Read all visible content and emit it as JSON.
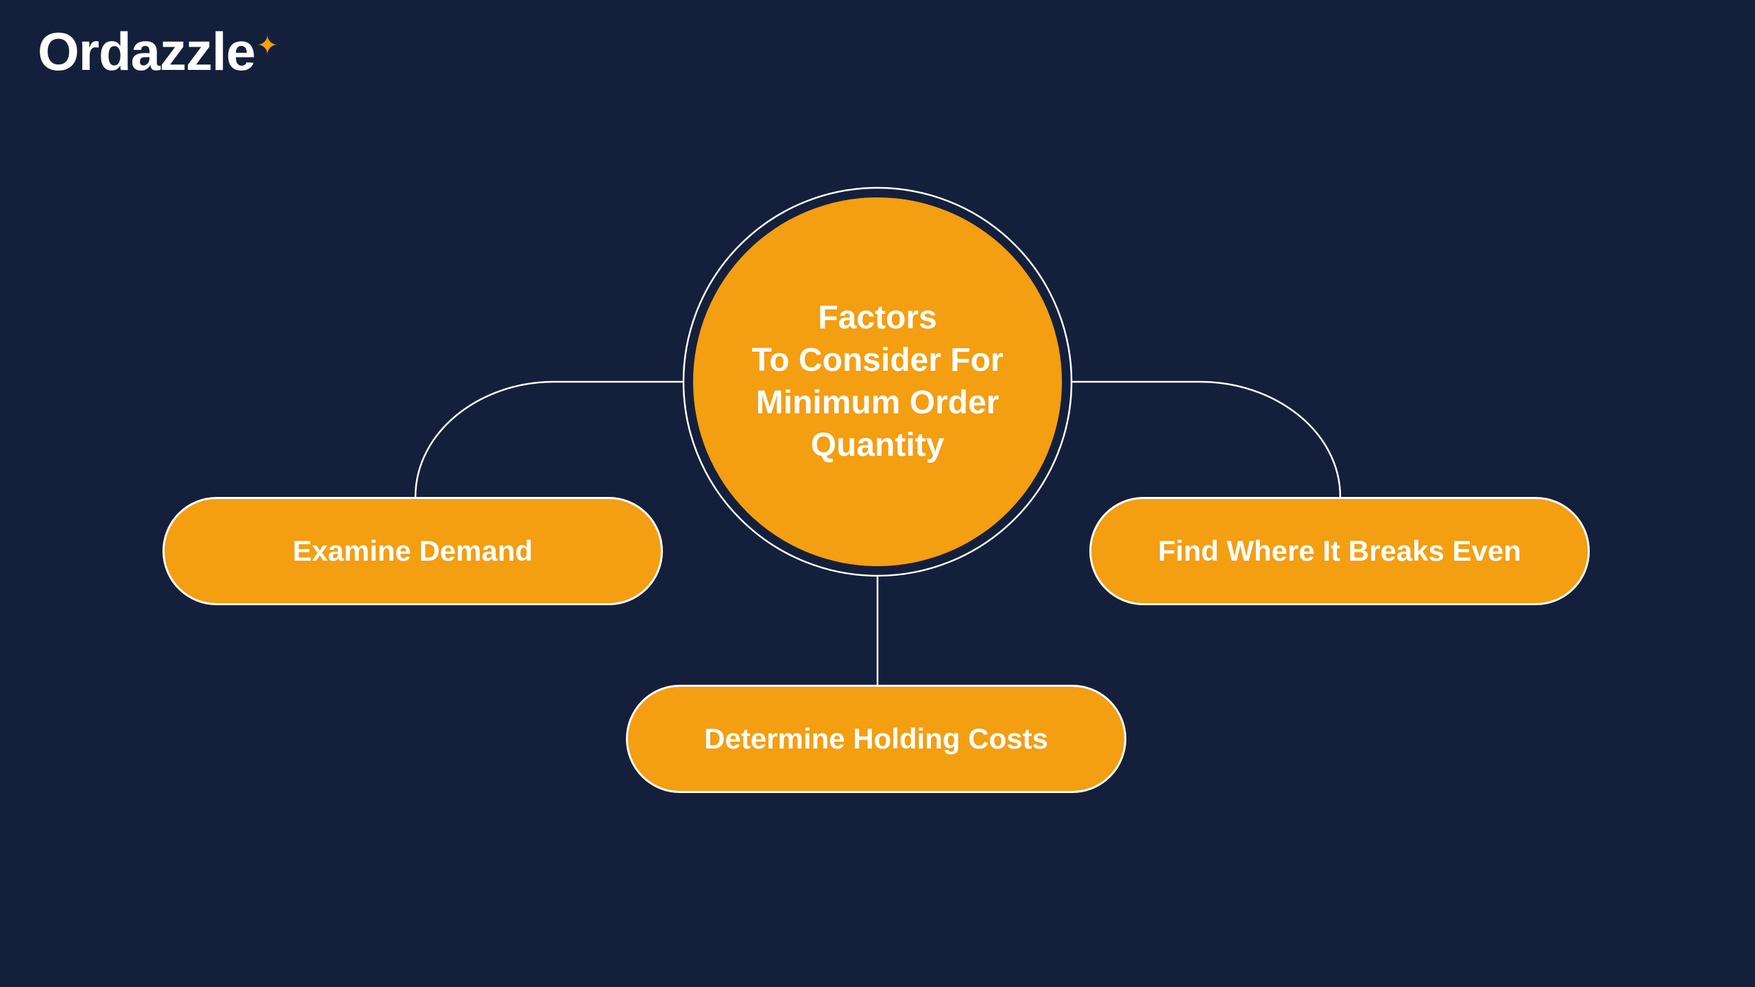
{
  "brand": {
    "name": "Ordazzle",
    "star": "✦"
  },
  "colors": {
    "background": "#14203b",
    "accent": "#f49e12",
    "text": "#ffffff"
  },
  "hub": {
    "title": "Factors\nTo Consider For\nMinimum Order\nQuantity"
  },
  "factors": [
    {
      "label": "Examine Demand"
    },
    {
      "label": "Find Where It Breaks Even"
    },
    {
      "label": "Determine Holding Costs"
    }
  ]
}
